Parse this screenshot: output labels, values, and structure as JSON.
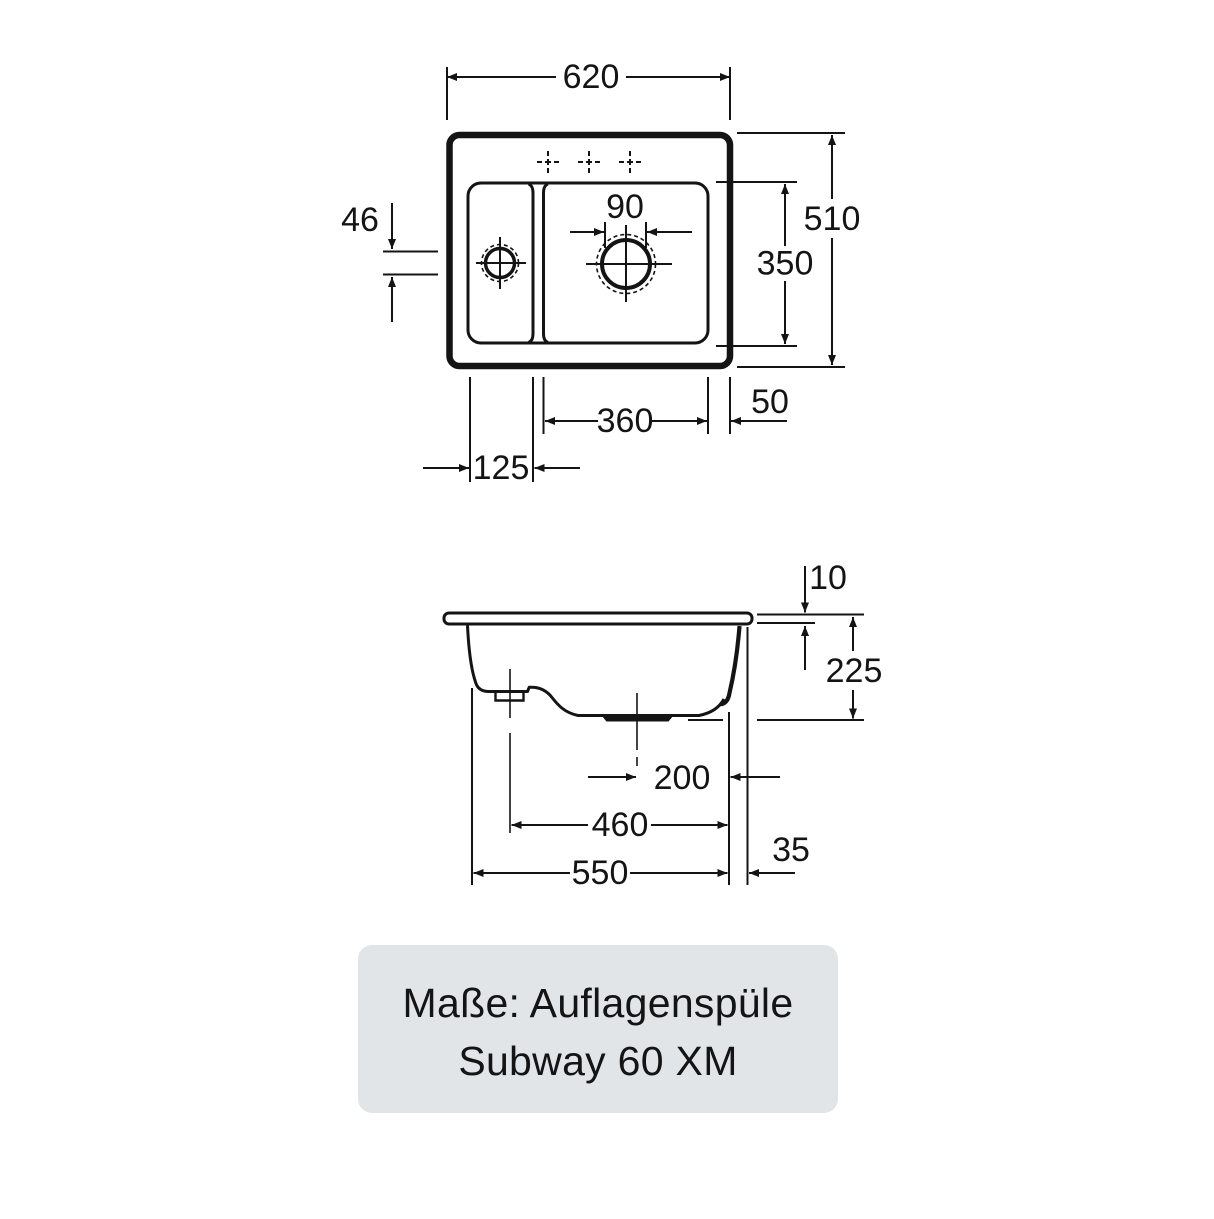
{
  "top_view": {
    "dim_total_width": "620",
    "dim_total_depth": "510",
    "dim_bowl_depth": "350",
    "dim_drain_hole": "90",
    "dim_small_bowl_drain_offset": "46",
    "dim_main_bowl_width": "360",
    "dim_right_margin": "50",
    "dim_small_bowl_width": "125"
  },
  "side_view": {
    "dim_rim_thickness": "10",
    "dim_total_height": "225",
    "dim_drain_to_edge": "200",
    "dim_base_width": "460",
    "dim_bottom_width": "550",
    "dim_side_offset": "35"
  },
  "caption": {
    "line1": "Maße: Auflagenspüle",
    "line2": "Subway 60 XM",
    "bg_color": "#e2e5e8"
  }
}
